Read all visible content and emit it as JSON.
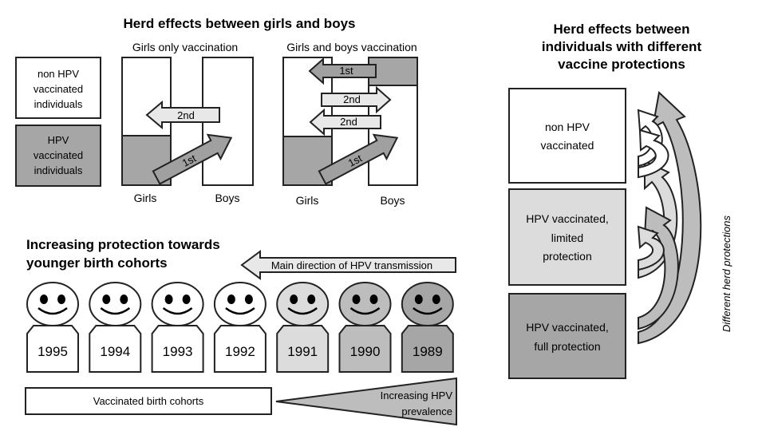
{
  "herd_gb": {
    "title": "Herd effects between girls and boys",
    "legend": {
      "non_vacc": [
        "non HPV",
        "vaccinated",
        "individuals"
      ],
      "vacc": [
        "HPV",
        "vaccinated",
        "individuals"
      ]
    },
    "girls_only": {
      "heading": "Girls only  vaccination",
      "arrow_1st": "1st",
      "arrow_2nd": "2nd",
      "girls": "Girls",
      "boys": "Boys"
    },
    "girls_boys": {
      "heading": "Girls and boys vaccination",
      "arrows": [
        "1st",
        "2nd",
        "2nd",
        "1st"
      ],
      "girls": "Girls",
      "boys": "Boys"
    }
  },
  "cohorts": {
    "title_lines": [
      "Increasing protection towards",
      "younger birth cohorts"
    ],
    "direction": "Main direction of HPV transmission",
    "years": [
      "1995",
      "1994",
      "1993",
      "1992",
      "1991",
      "1990",
      "1989"
    ],
    "vaccinated_label": "Vaccinated birth cohorts",
    "prevalence_lines": [
      "Increasing HPV",
      "prevalence"
    ]
  },
  "herd_prot": {
    "title_lines": [
      "Herd effects between",
      "individuals with different",
      "vaccine protections"
    ],
    "boxes": [
      {
        "lines": [
          "non HPV",
          "vaccinated"
        ]
      },
      {
        "lines": [
          "HPV vaccinated,",
          "limited",
          "protection"
        ]
      },
      {
        "lines": [
          "HPV vaccinated,",
          "full protection"
        ]
      }
    ],
    "side_label": "Different herd protections"
  },
  "colors": {
    "white": "#ffffff",
    "light_gray": "#dcdcdc",
    "mid_gray": "#bdbdbd",
    "dark_gray": "#a6a6a6",
    "arrow_gray": "#a0a0a0",
    "arrow_light": "#e8e8e8",
    "stroke": "#222222"
  }
}
